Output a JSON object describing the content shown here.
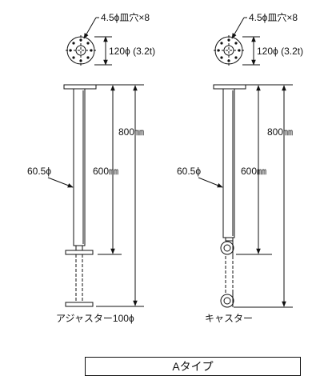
{
  "left_leg": {
    "hole_label": "4.5ϕ皿穴×8",
    "plate_label": "120ϕ (3.2t)",
    "diameter_label": "60.5ϕ",
    "overall_height": "800㎜",
    "pipe_height": "600㎜",
    "caption": "アジャスター100ϕ"
  },
  "right_leg": {
    "hole_label": "4.5ϕ皿穴×8",
    "plate_label": "120ϕ (3.2t)",
    "diameter_label": "60.5ϕ",
    "overall_height": "800㎜",
    "pipe_height": "600㎜",
    "caption": "キャスター"
  },
  "type_label": "Aタイプ"
}
